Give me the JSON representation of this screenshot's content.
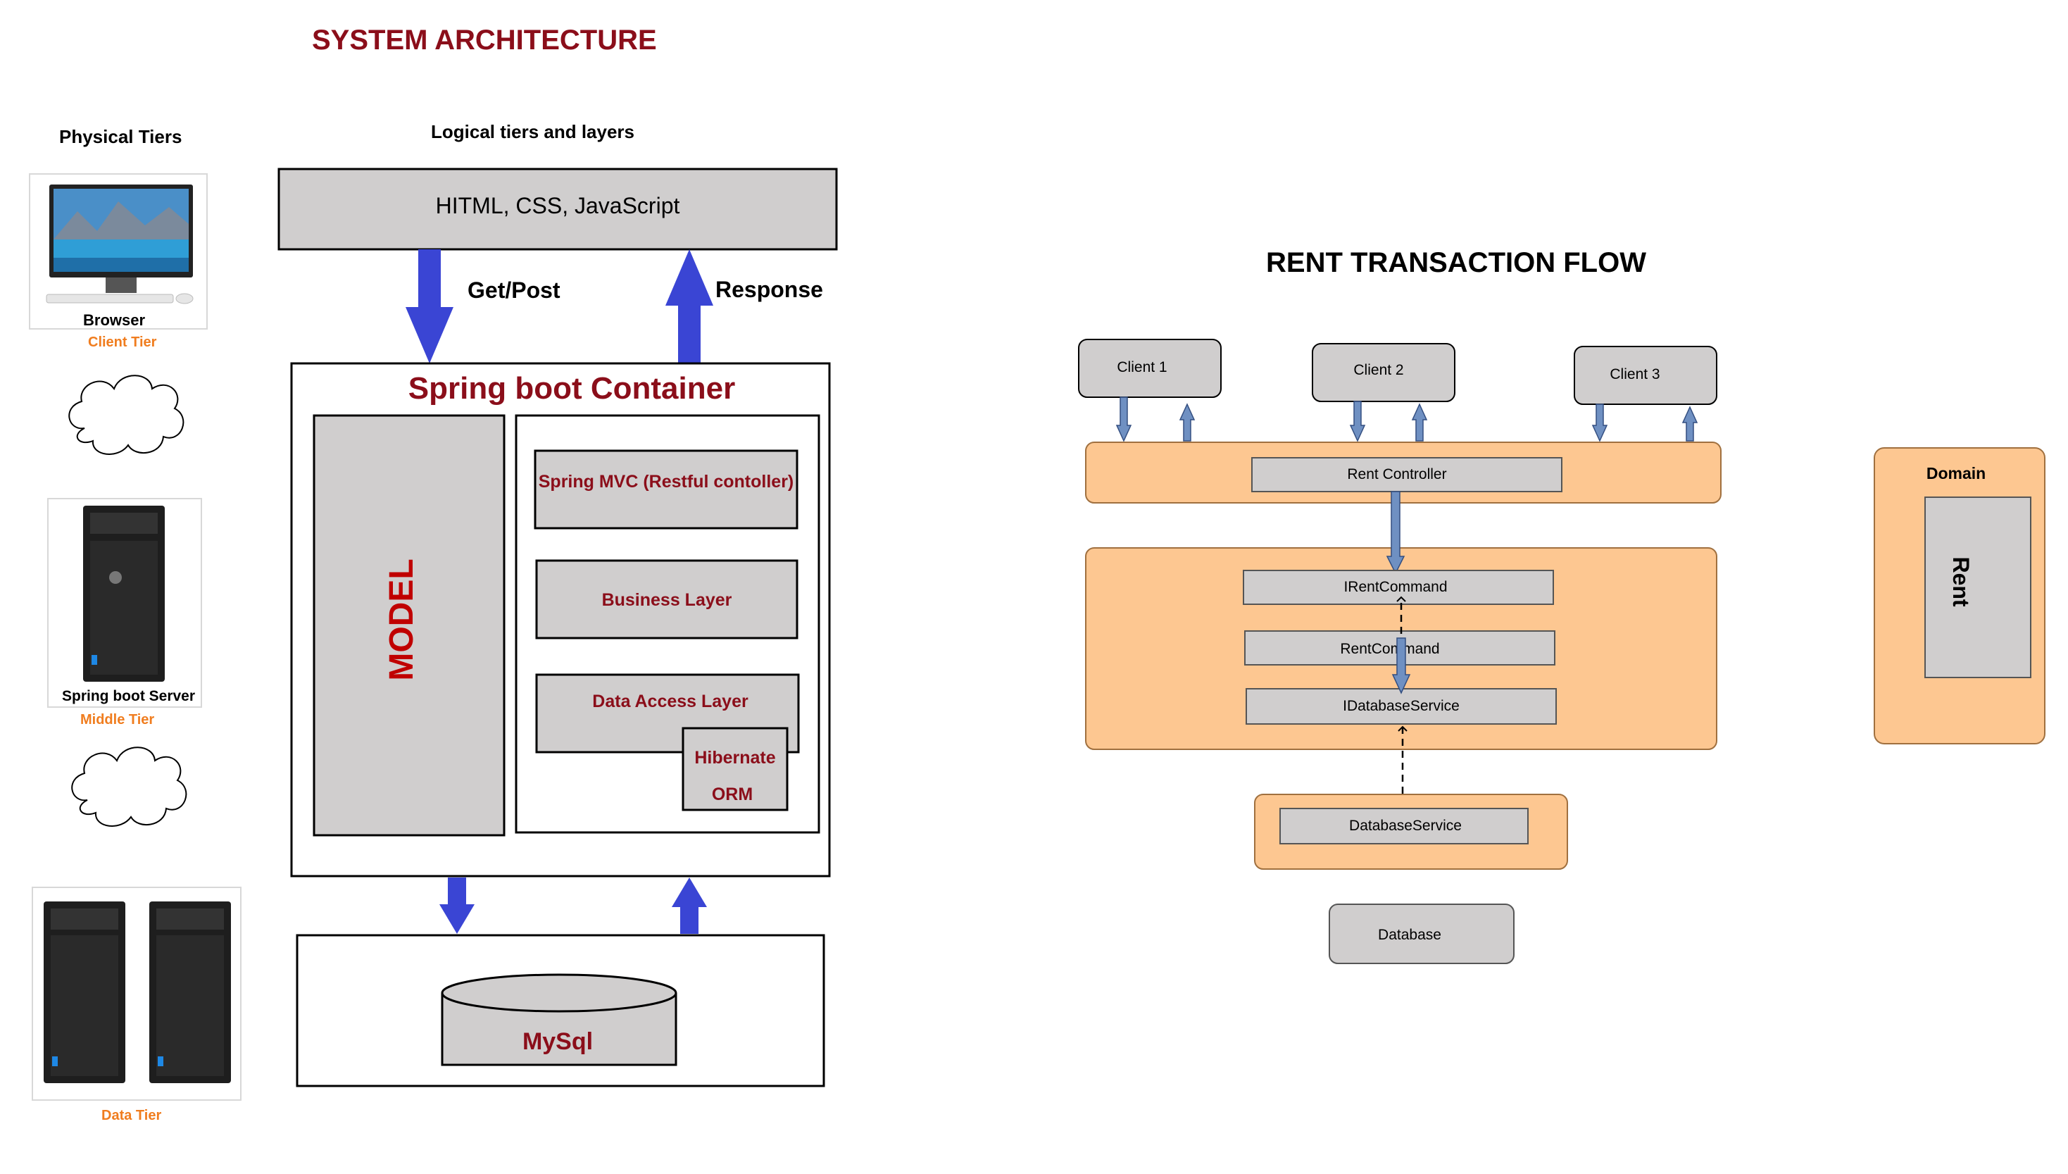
{
  "system_architecture": {
    "title": "SYSTEM ARCHITECTURE",
    "physical_tiers": {
      "heading": "Physical Tiers",
      "browser_label": "Browser",
      "client_tier": "Client Tier",
      "server_label": "Spring boot Server",
      "middle_tier": "Middle Tier",
      "data_tier": "Data Tier"
    },
    "logical": {
      "heading": "Logical tiers and layers",
      "frontend": "HITML, CSS, JavaScript",
      "get_post": "Get/Post",
      "response": "Response",
      "container_title": "Spring boot Container",
      "model": "MODEL",
      "spring_mvc": "Spring MVC (Restful contoller)",
      "business_layer": "Business Layer",
      "data_access_layer": "Data Access Layer",
      "hibernate_line1": "Hibernate",
      "hibernate_line2": "ORM",
      "database": "MySql"
    }
  },
  "rent_flow": {
    "title": "RENT TRANSACTION FLOW",
    "clients": [
      "Client 1",
      "Client 2",
      "Client 3"
    ],
    "rent_controller": "Rent Controller",
    "irent_command": "IRentCommand",
    "rent_command": "RentCommand",
    "idatabase_service": "IDatabaseService",
    "database_service": "DatabaseService",
    "database": "Database",
    "domain": {
      "title": "Domain",
      "entity": "Rent"
    }
  },
  "colors": {
    "maroon": "#8b0e1a",
    "orange_label": "#f07d1f",
    "box_gray": "#d0cece",
    "flow_orange": "#fdc791",
    "arrow_blue": "#3a45d4",
    "small_arrow": "#6f90c2"
  }
}
